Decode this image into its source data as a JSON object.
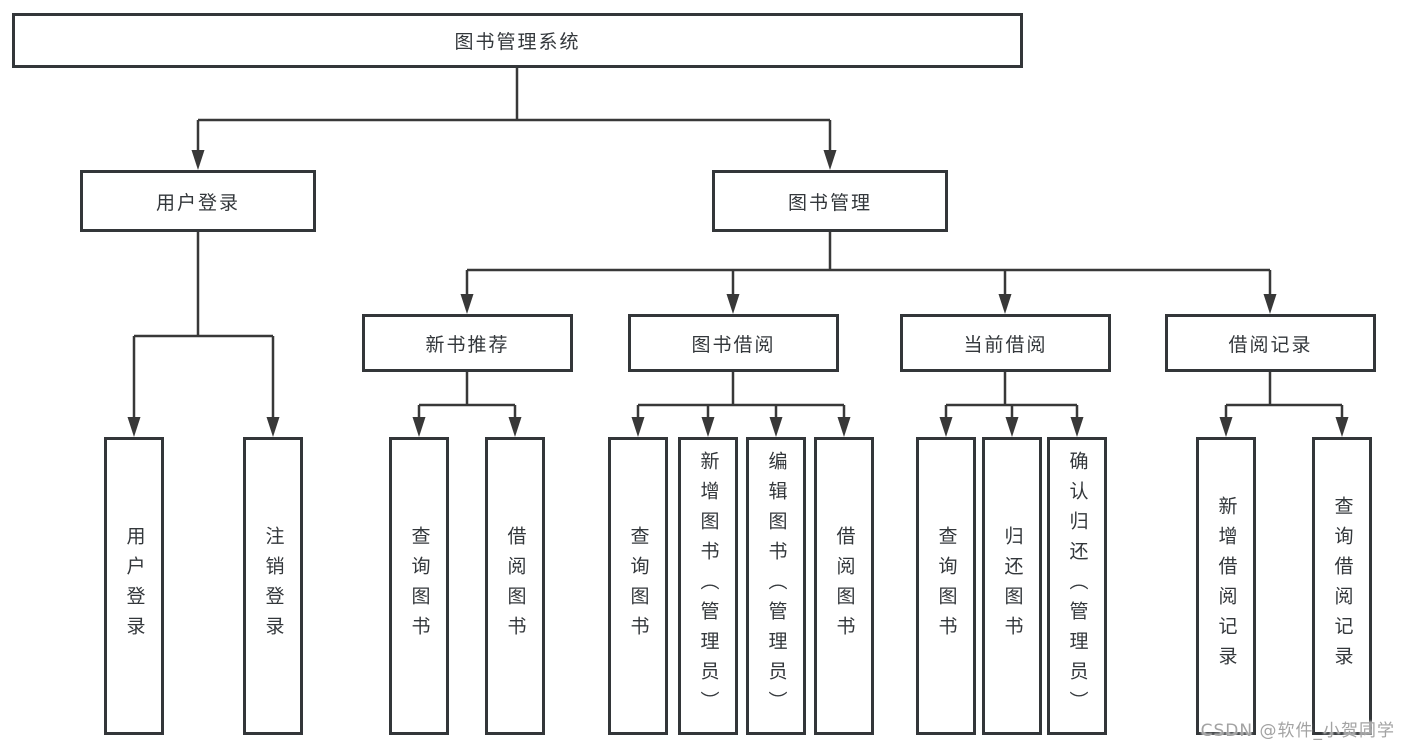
{
  "tree": {
    "label": "图书管理系统",
    "children": [
      {
        "label": "用户登录",
        "children": [
          {
            "label": "用户登录"
          },
          {
            "label": "注销登录"
          }
        ]
      },
      {
        "label": "图书管理",
        "children": [
          {
            "label": "新书推荐",
            "children": [
              {
                "label": "查询图书"
              },
              {
                "label": "借阅图书"
              }
            ]
          },
          {
            "label": "图书借阅",
            "children": [
              {
                "label": "查询图书"
              },
              {
                "label": "新增图书（管理员）"
              },
              {
                "label": "编辑图书（管理员）"
              },
              {
                "label": "借阅图书"
              }
            ]
          },
          {
            "label": "当前借阅",
            "children": [
              {
                "label": "查询图书"
              },
              {
                "label": "归还图书"
              },
              {
                "label": "确认归还（管理员）"
              }
            ]
          },
          {
            "label": "借阅记录",
            "children": [
              {
                "label": "新增借阅记录"
              },
              {
                "label": "查询借阅记录"
              }
            ]
          }
        ]
      }
    ]
  },
  "watermark": {
    "text": "CSDN @软件_小贺同学"
  },
  "colors": {
    "line": "#383838",
    "box_border": "#333639",
    "text": "#33373b",
    "background": "#ffffff",
    "watermark": "#a3a3a3"
  }
}
